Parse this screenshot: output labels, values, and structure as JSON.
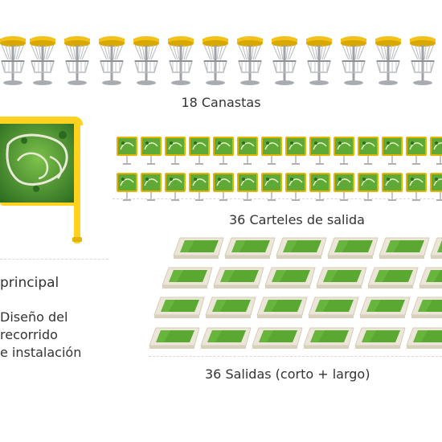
{
  "baskets": {
    "count": 18,
    "label": "18 Canastas"
  },
  "signs": {
    "label": "36 Carteles de salida"
  },
  "main_board": {
    "title_fragment": "principal",
    "lines": [
      "Diseño del",
      "recorrido",
      "e instalación"
    ]
  },
  "tees": {
    "label": "36 Salidas (corto + largo)"
  },
  "colors": {
    "basket_yellow": "#f2c21b",
    "metal": "#b9bcc0",
    "grass": "#5aa832",
    "sign_frame": "#e6b400",
    "tee_base": "#ece6d8"
  },
  "icons": {
    "basket": "disc-golf-basket-icon",
    "sign": "tee-sign-icon",
    "tee": "tee-pad-icon",
    "board": "course-map-board-icon"
  }
}
